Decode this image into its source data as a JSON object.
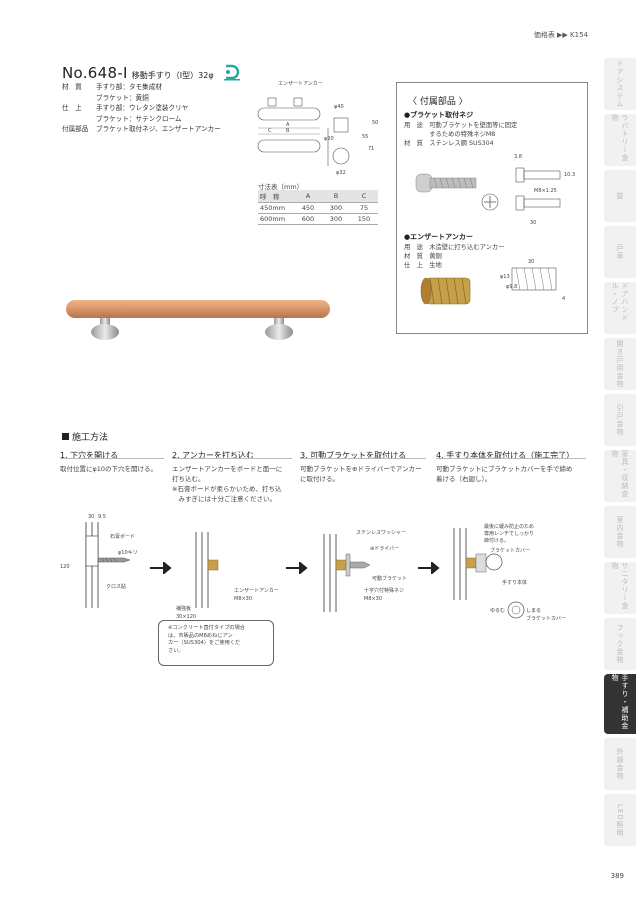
{
  "header": {
    "price_ref": "価格表 ▶▶ K154"
  },
  "product": {
    "number": "No.648-I",
    "name": "移動手すり（I型）32φ",
    "specs": [
      {
        "label": "材　質",
        "value": "手すり部：タモ集成材"
      },
      {
        "label": "",
        "value": "ブラケット：黄銅"
      },
      {
        "label": "仕　上",
        "value": "手すり部：ウレタン塗装クリヤ"
      },
      {
        "label": "",
        "value": "ブラケット：サテンクローム"
      },
      {
        "label": "付属部品",
        "value": "ブラケット取付ネジ、エンザートアンカー"
      }
    ]
  },
  "drawing": {
    "anchor_label": "エンザートアンカー",
    "dims": [
      "φ40",
      "φ20",
      "φ32",
      "50",
      "55",
      "71",
      "A",
      "B",
      "C"
    ]
  },
  "dimension_table": {
    "title": "寸法表（mm）",
    "headers": [
      "呼　称",
      "A",
      "B",
      "C"
    ],
    "rows": [
      [
        "450mm",
        "450",
        "300",
        "75"
      ],
      [
        "600mm",
        "600",
        "300",
        "150"
      ]
    ]
  },
  "accessories": {
    "title": "〈 付属部品 〉",
    "screw": {
      "title": "●ブラケット取付ネジ",
      "lines": [
        "用　途　可動ブラケットを壁面等に固定",
        "　　　　するための特殊ネジM8",
        "材　質　ステンレス鋼 SUS304"
      ],
      "dims": [
        "3.8",
        "10.3",
        "M8×1.25",
        "30"
      ]
    },
    "anchor": {
      "title": "●エンザートアンカー",
      "lines": [
        "用　途　木造壁に打ち込むアンカー",
        "材　質　黄銅",
        "仕　上　生地"
      ],
      "dims": [
        "30",
        "φ13",
        "φ9.8",
        "4"
      ]
    }
  },
  "construction": {
    "title": "施工方法",
    "steps": [
      {
        "heading": "1. 下穴を開ける",
        "desc": "取付位置にφ10の下穴を開ける。"
      },
      {
        "heading": "2. アンカーを打ち込む",
        "desc": "エンザートアンカーをボードと面一に\n打ち込む。\n※石膏ボードが柔らかいため、打ち込\n　みすぎには十分ご注意ください。"
      },
      {
        "heading": "3. 可動ブラケットを取付ける",
        "desc": "可動ブラケットを⊕ドライバーでアンカー\nに取付ける。"
      },
      {
        "heading": "4. 手すり本体を取付ける（施工完了）",
        "desc": "可動ブラケットにブラケットカバーを手で締め\n着ける（右廻し）。"
      }
    ],
    "fig1": {
      "dims": [
        "30",
        "9.5",
        "120"
      ],
      "labels": [
        "石膏ボード",
        "φ10キリ",
        "クロス貼"
      ]
    },
    "fig2": {
      "labels": [
        "エンザートアンカー",
        "M8×30",
        "補強板",
        "30×120"
      ],
      "note": "※コンクリート直付タイプの場合\nは、市販品のM8めねじアン\nカー（SUS304）をご使用くだ\nさい。"
    },
    "fig3": {
      "labels": [
        "ステンレスワッシャー",
        "⊕ドライバー",
        "可動ブラケット",
        "十字穴付特殊ネジ",
        "M8×30"
      ]
    },
    "fig4": {
      "labels": [
        "最後に緩み防止のため",
        "専用レンチでしっかり",
        "締付ける。",
        "ブラケットカバー",
        "手すり本体",
        "ゆるむ",
        "しまる",
        "ブラケットカバー"
      ]
    }
  },
  "side_tabs": [
    "ドアシステム",
    "ラバトリー金物",
    "錠",
    "戸車",
    "ドアハンドル・ノブ",
    "開き戸用金物",
    "引戸金物",
    "家具・収納金物",
    "室内金物",
    "サニタリー金物",
    "フック金物",
    "手すり・補助金物",
    "外部金物",
    "LED照明"
  ],
  "page_number": "389",
  "colors": {
    "wood": "#d9956a",
    "chrome": "#c8c8c8",
    "brass": "#c9a04a",
    "active_tab": "#333333"
  }
}
